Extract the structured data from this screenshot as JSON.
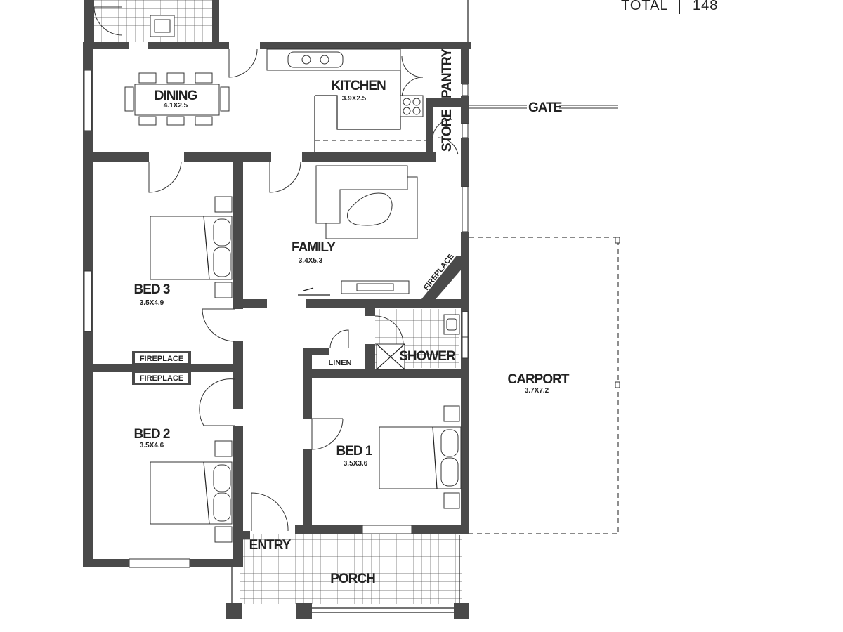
{
  "header": {
    "total_label": "TOTAL",
    "total_value": "148"
  },
  "rooms": {
    "dining": {
      "name": "DINING",
      "dim": "4.1X2.5"
    },
    "kitchen": {
      "name": "KITCHEN",
      "dim": "3.9X2.5"
    },
    "pantry": {
      "name": "PANTRY"
    },
    "store": {
      "name": "STORE"
    },
    "family": {
      "name": "FAMILY",
      "dim": "3.4X5.3"
    },
    "bed3": {
      "name": "BED 3",
      "dim": "3.5X4.9"
    },
    "bed2": {
      "name": "BED 2",
      "dim": "3.5X4.6"
    },
    "bed1": {
      "name": "BED 1",
      "dim": "3.5X3.6"
    },
    "carport": {
      "name": "CARPORT",
      "dim": "3.7X7.2"
    },
    "shower": {
      "name": "SHOWER"
    },
    "linen": {
      "name": "LINEN"
    },
    "entry": {
      "name": "ENTRY"
    },
    "porch": {
      "name": "PORCH"
    }
  },
  "fixtures": {
    "gate": "GATE",
    "fireplace_family": "FIREPLACE",
    "fireplace_bed3": "FIREPLACE",
    "fireplace_bed2": "FIREPLACE"
  }
}
